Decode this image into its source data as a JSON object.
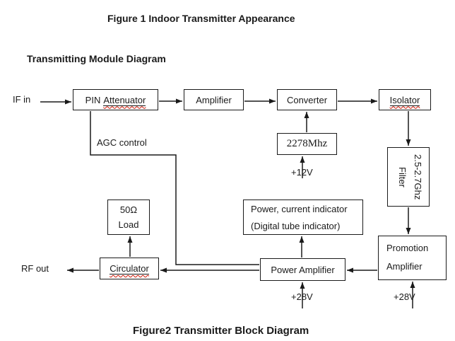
{
  "page": {
    "title_top": "Figure 1 Indoor Transmitter Appearance",
    "subtitle": "Transmitting Module Diagram",
    "caption_bottom": "Figure2 Transmitter Block Diagram"
  },
  "blocks": {
    "pin_attenuator": {
      "prefix": "PIN",
      "word": "Attenuator"
    },
    "amplifier": {
      "label": "Amplifier"
    },
    "converter": {
      "label": "Converter"
    },
    "isolator": {
      "word": "Isolator"
    },
    "lo_2278": {
      "label": "2278Mhz"
    },
    "filter": {
      "line1": "2.5-2.7Ghz",
      "line2": "Filter"
    },
    "indicator": {
      "line1": "Power, current indicator",
      "line2": "(Digital tube indicator)"
    },
    "load": {
      "line1": "50Ω",
      "line2": "Load"
    },
    "promotion_amplifier": {
      "line1": "Promotion",
      "line2": "Amplifier"
    },
    "power_amplifier": {
      "label": "Power Amplifier"
    },
    "circulator": {
      "word": "Circulator"
    }
  },
  "labels": {
    "if_in": "IF in",
    "agc_control": "AGC control",
    "v12": "+12V",
    "v28_power": "+28V",
    "v28_promotion": "+28V",
    "rf_out": "RF out"
  },
  "colors": {
    "line": "#1a1a1a",
    "box_border": "#1a1a1a",
    "squiggle": "#cc1100",
    "background": "#ffffff"
  }
}
